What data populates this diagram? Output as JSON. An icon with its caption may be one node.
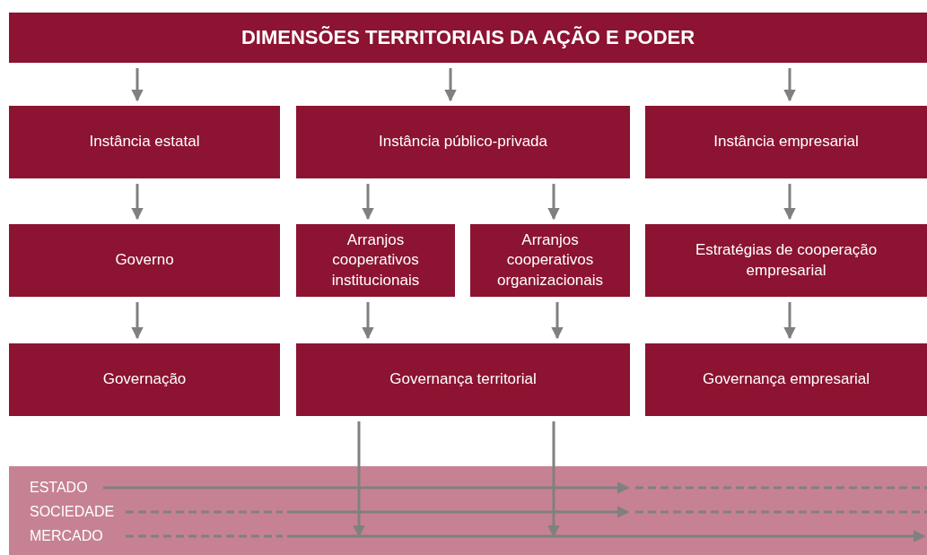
{
  "diagram": {
    "nodes": [
      {
        "text": [
          "DIMENSÕES TERRITORIAIS DA AÇÃO E PODER"
        ]
      },
      {
        "text": [
          "Instância estatal"
        ]
      },
      {
        "text": [
          "Instância público-privada"
        ]
      },
      {
        "text": [
          "Instância empresarial"
        ]
      },
      {
        "text": [
          "Governo"
        ]
      },
      {
        "text": [
          "Arranjos cooperativos institucionais"
        ]
      },
      {
        "text": [
          "Arranjos cooperativos organizacionais"
        ]
      },
      {
        "text": [
          "Estratégias de cooperação empresarial"
        ]
      },
      {
        "text": [
          "Governação"
        ]
      },
      {
        "text": [
          "Governança territorial"
        ]
      },
      {
        "text": [
          "Governança empresarial"
        ]
      },
      {
        "text": [
          "ESTADO",
          "SOCIEDADE",
          "MERCADO"
        ]
      }
    ],
    "edges": [
      {
        "from": 0,
        "to": 1,
        "arrow": "to"
      },
      {
        "from": 0,
        "to": 2,
        "arrow": "to"
      },
      {
        "from": 0,
        "to": 3,
        "arrow": "to"
      },
      {
        "from": 1,
        "to": 4,
        "arrow": "to"
      },
      {
        "from": 2,
        "to": 5,
        "arrow": "to"
      },
      {
        "from": 2,
        "to": 6,
        "arrow": "to"
      },
      {
        "from": 3,
        "to": 7,
        "arrow": "to"
      },
      {
        "from": 4,
        "to": 8,
        "arrow": "to"
      },
      {
        "from": 5,
        "to": 9,
        "arrow": "to"
      },
      {
        "from": 6,
        "to": 9,
        "arrow": "to"
      },
      {
        "from": 7,
        "to": 10,
        "arrow": "to"
      },
      {
        "from": 9,
        "to": 11,
        "arrow": "to"
      },
      {
        "from": 9,
        "to": 11,
        "arrow": "to"
      }
    ]
  }
}
